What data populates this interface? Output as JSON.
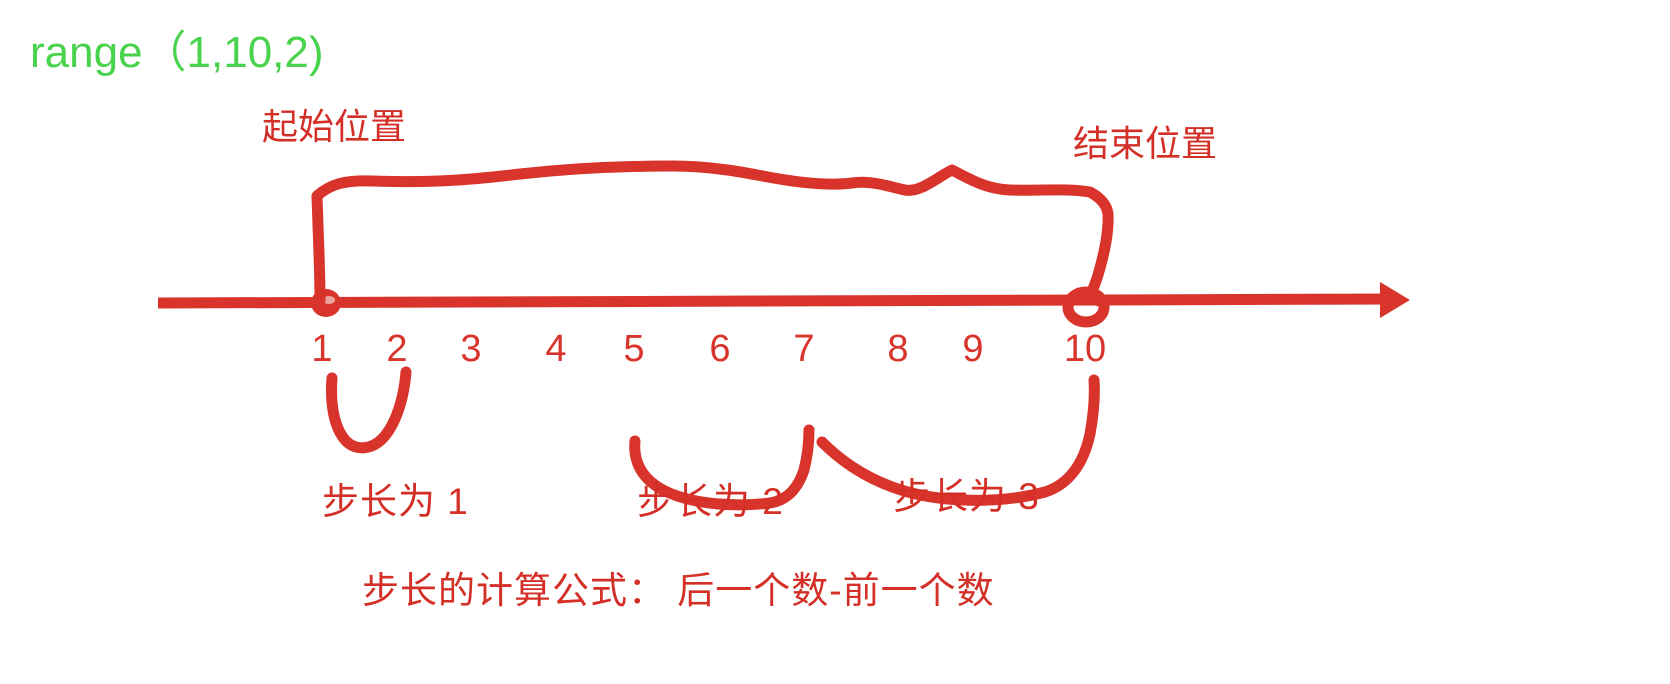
{
  "title": {
    "text": "range（1,10,2)",
    "color": "#49d24b"
  },
  "annotations": {
    "start_label": "起始位置",
    "end_label": "结束位置",
    "step1_label": "步长为 1",
    "step2_label": "步长为 2",
    "step3_label": "步长为 3",
    "formula_label": "步长的计算公式： 后一个数-前一个数",
    "color": "#d32f26"
  },
  "number_line": {
    "tick_values": [
      "1",
      "2",
      "3",
      "4",
      "5",
      "6",
      "7",
      "8",
      "9",
      "10"
    ],
    "tick_x": [
      322,
      397,
      471,
      556,
      634,
      720,
      804,
      898,
      973,
      1085
    ],
    "axis_y": 302,
    "axis_start_x": 158,
    "axis_end_x": 1408,
    "marker_start_value": "1",
    "marker_end_value": "10",
    "line_color": "#d9342b"
  },
  "chart_data": {
    "type": "line",
    "title": "range（1,10,2)",
    "xlabel": "",
    "ylabel": "",
    "categories": [
      "1",
      "2",
      "3",
      "4",
      "5",
      "6",
      "7",
      "8",
      "9",
      "10"
    ],
    "values": [
      1,
      2,
      3,
      4,
      5,
      6,
      7,
      8,
      9,
      10
    ],
    "xlim": [
      1,
      10
    ],
    "grid": false,
    "annotations": [
      {
        "label": "起始位置",
        "at": 1
      },
      {
        "label": "结束位置",
        "at": 10
      },
      {
        "label": "步长为 1",
        "span": [
          1,
          2
        ]
      },
      {
        "label": "步长为 2",
        "span": [
          5,
          7
        ]
      },
      {
        "label": "步长为 3",
        "span": [
          7,
          10
        ]
      },
      {
        "label": "步长的计算公式： 后一个数-前一个数"
      }
    ]
  }
}
